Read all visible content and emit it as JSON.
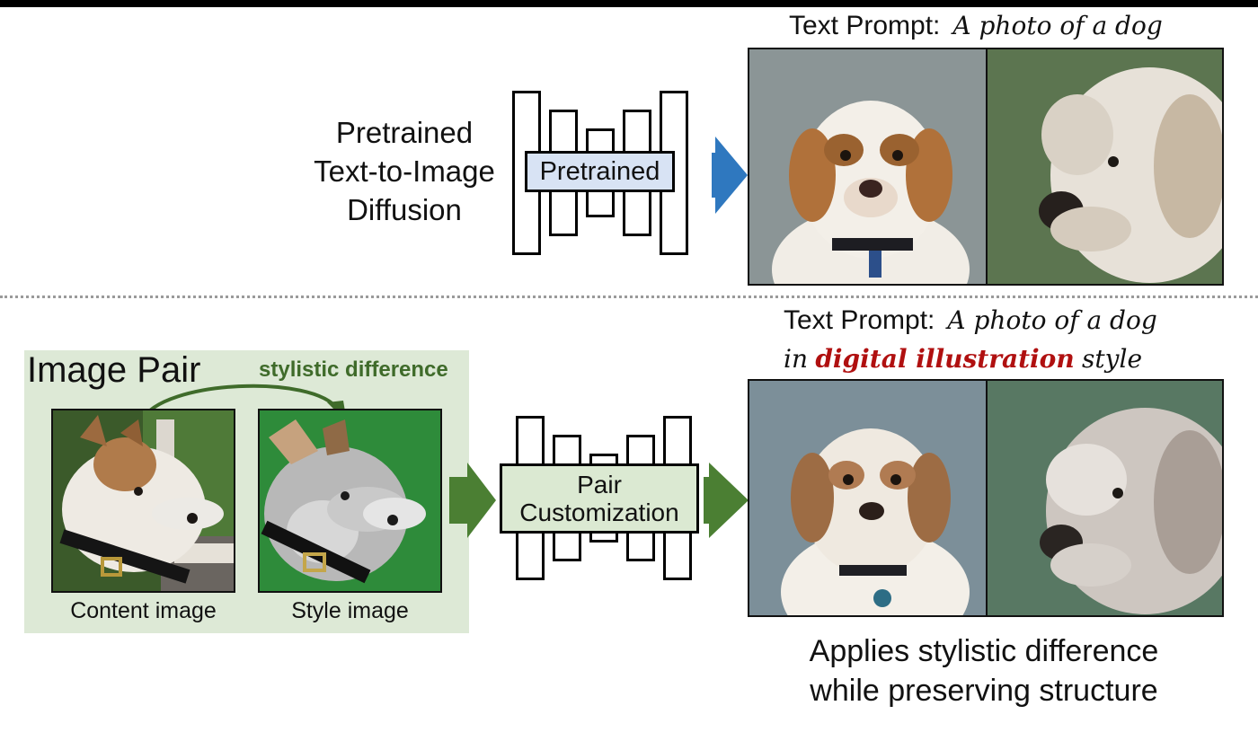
{
  "top": {
    "prompt_label": "Text Prompt:",
    "prompt_text": "A photo of a dog",
    "model_label_lines": [
      "Pretrained",
      "Text-to-Image",
      "Diffusion"
    ],
    "block_label": "Pretrained"
  },
  "bottom": {
    "prompt_label": "Text Prompt:",
    "prompt_line1": "A photo of a dog",
    "prompt_line2_pre": "in",
    "prompt_highlight": "digital illustration",
    "prompt_line2_post": "style",
    "pair_title": "Image Pair",
    "stylistic_label": "stylistic difference",
    "content_caption": "Content image",
    "style_caption": "Style image",
    "block_label_lines": [
      "Pair",
      "Customization"
    ],
    "result_caption_lines": [
      "Applies stylistic difference",
      "while preserving structure"
    ]
  },
  "colors": {
    "blue_arrow": "#2f78bf",
    "green_arrow": "#4b7f33",
    "pretrained_block": "#d8e3f4",
    "pair_block": "#dbe9d2",
    "pair_panel": "#dde9d6",
    "highlight": "#b01010"
  }
}
